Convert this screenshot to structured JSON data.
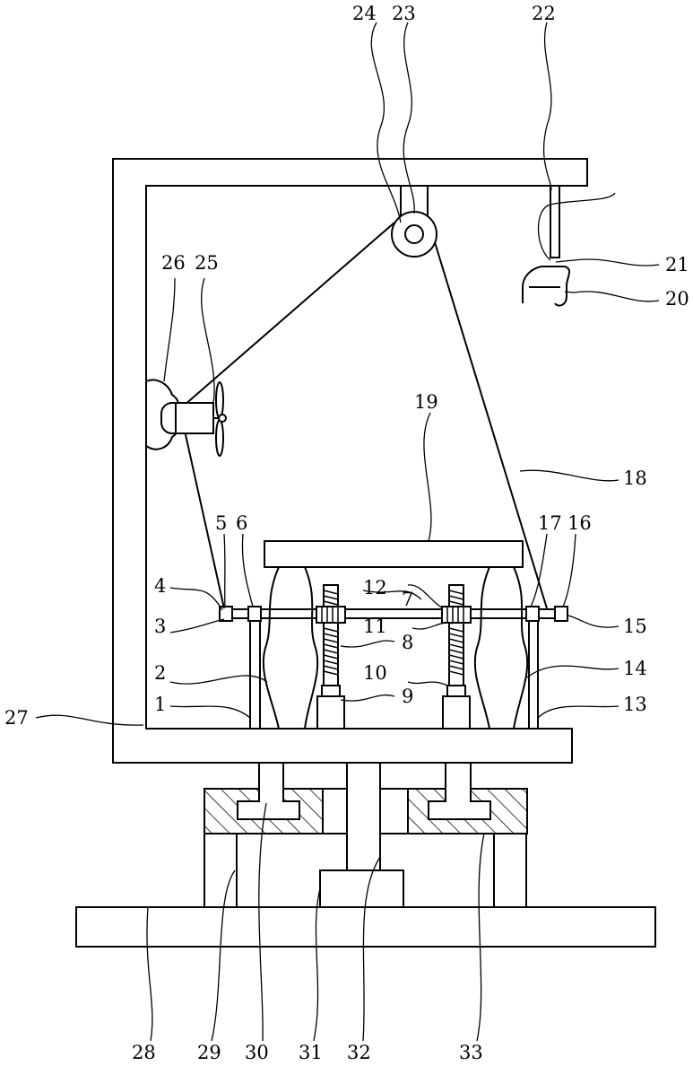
{
  "labels": [
    "1",
    "2",
    "3",
    "4",
    "5",
    "6",
    "7",
    "8",
    "9",
    "10",
    "11",
    "12",
    "13",
    "14",
    "15",
    "16",
    "17",
    "18",
    "19",
    "20",
    "21",
    "22",
    "23",
    "24",
    "25",
    "26",
    "27",
    "28",
    "29",
    "30",
    "31",
    "32",
    "33"
  ]
}
